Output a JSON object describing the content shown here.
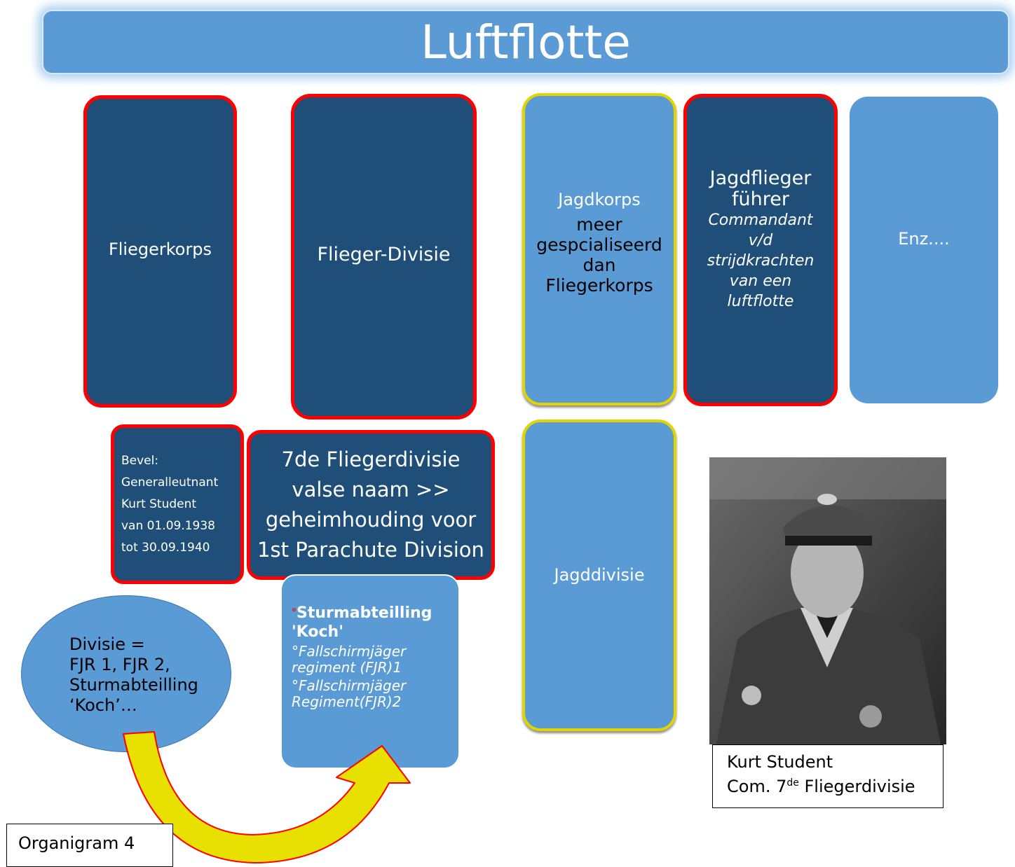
{
  "title": "Luftflotte",
  "top_row": {
    "fliegerkorps": "Fliegerkorps",
    "flieger_divisie": "Flieger-Divisie",
    "jagdkorps": {
      "title": "Jagdkorps",
      "desc": "meer gespcialiseerd dan Fliegerkorps"
    },
    "jagdflieger": {
      "title": "Jagdflieger führer",
      "desc": "Commandant v/d strijdkrachten van een luftflotte"
    },
    "enz": "Enz...."
  },
  "bevel": {
    "lines": [
      "Bevel:",
      "Generalleutnant",
      "Kurt Student",
      "van 01.09.1938",
      "tot 30.09.1940"
    ]
  },
  "fliegerdivisie7": {
    "lines": [
      "7de Fliegerdivisie",
      "valse naam >>",
      "geheimhouding voor",
      "1st Parachute Division"
    ]
  },
  "jagddivisie": "Jagddivisie",
  "sturmabteilling": {
    "bullet": "°",
    "title": "Sturmabteilling 'Koch'",
    "items": [
      "°Fallschirmjäger regiment (FJR)1",
      "°Fallschirmjäger Regiment(FJR)2"
    ]
  },
  "divisie_ellipse": {
    "lines": [
      "Divisie =",
      "FJR 1, FJR 2,",
      "Sturmabteilling",
      "‘Koch’…"
    ]
  },
  "photo": {
    "caption_name": "Kurt Student",
    "caption_prefix": "Com. 7",
    "caption_sup": "de",
    "caption_suffix": " Fliegerdivisie"
  },
  "organigram_label": "Organigram 4",
  "colors": {
    "dark_box": "#1f4e79",
    "light_box": "#5b9bd5",
    "red_border": "#ff0000",
    "yellow_border": "#e2d400",
    "arrow_fill": "#e8e000"
  }
}
